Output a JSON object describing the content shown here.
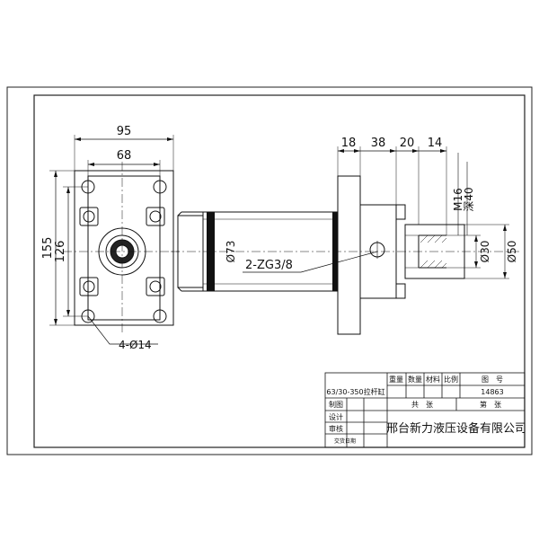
{
  "dimensions": {
    "width_95": "95",
    "width_68": "68",
    "height_155": "155",
    "height_126": "126",
    "holes": "4-Ø14",
    "d18": "18",
    "d38": "38",
    "d20": "20",
    "d14": "14",
    "thread": "M16",
    "depth": "深40",
    "bore": "Ø73",
    "port": "2-ZG3/8",
    "rod": "Ø30",
    "flange": "Ø50"
  },
  "title_block": {
    "model": "63/30-350拉杆缸",
    "h_weight": "重量",
    "h_qty": "数量",
    "h_material": "材料",
    "h_scale": "比例",
    "h_drawing_no": "图　号",
    "drawing_no": "14863",
    "row_drawn": "制图",
    "row_design": "设计",
    "row_review": "审核",
    "row_date": "交货日期",
    "total_sheets": "共　张",
    "sheet_no": "第　张",
    "company": "邢台新力液压设备有限公司"
  }
}
